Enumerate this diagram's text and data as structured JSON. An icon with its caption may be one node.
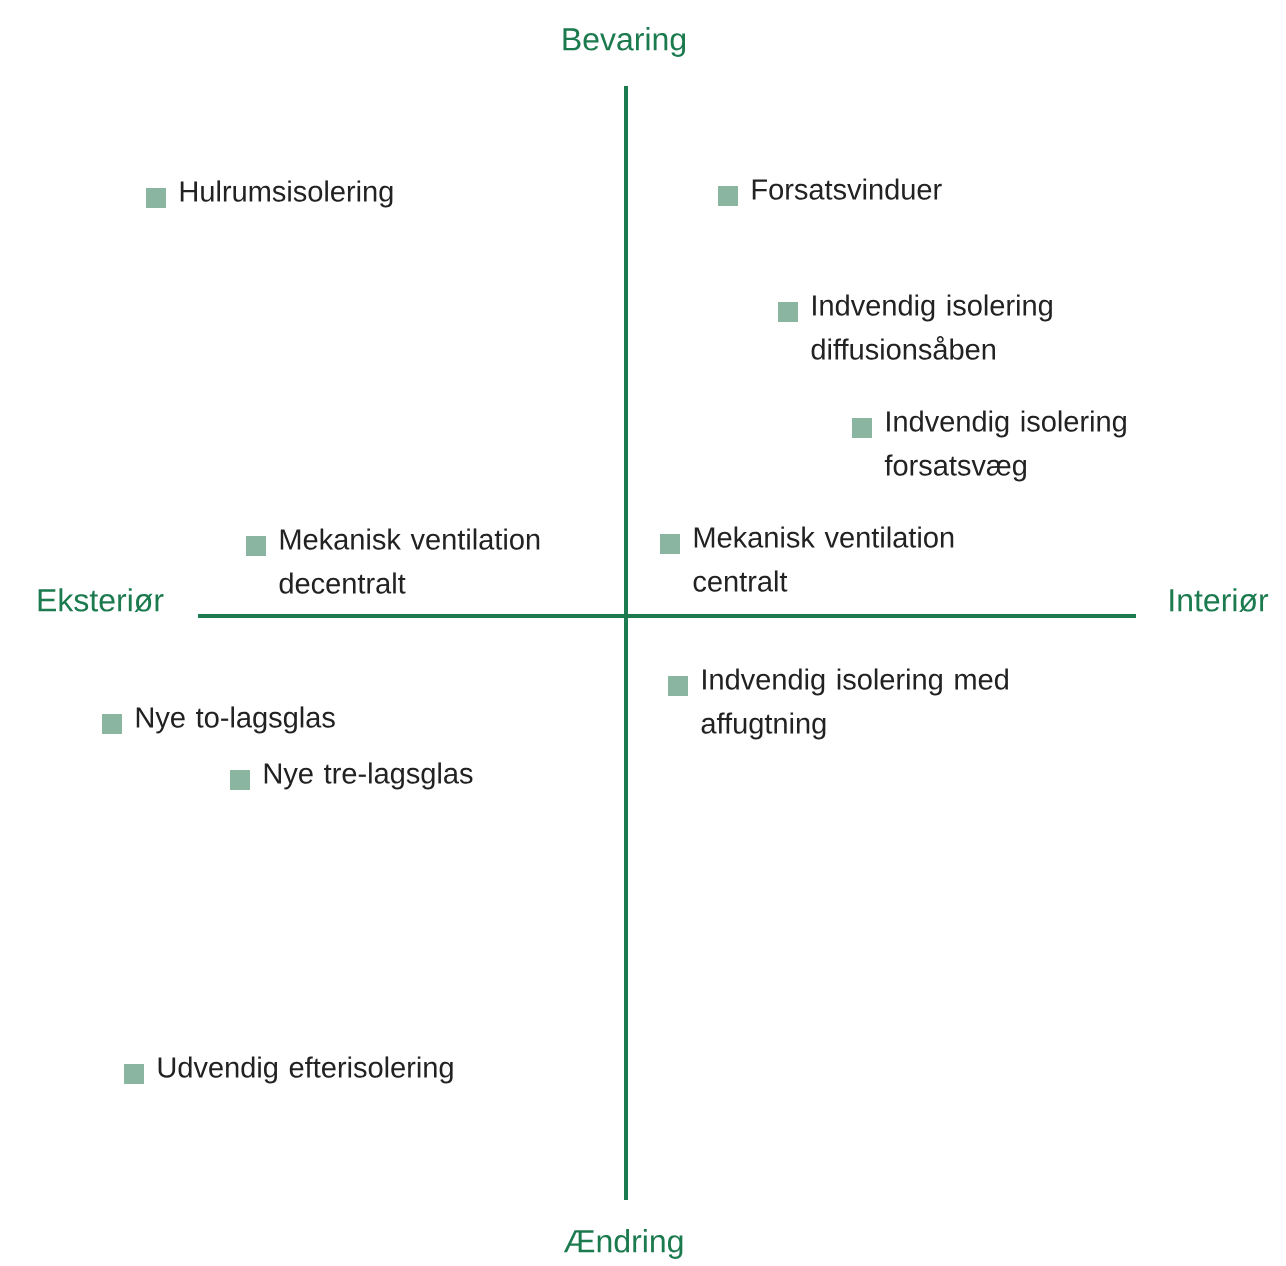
{
  "diagram": {
    "labels": [
      "Bevaring",
      "Hulrumsisolering",
      "Forsatsvinduer",
      "Indvendig isolering diffusionsåben",
      "Indvendig isolering forsatsvæg",
      "Mekanisk ventilation decentralt",
      "Mekanisk ventilation centralt",
      "Eksteriør",
      "Interiør",
      "Indvendig isolering med affugtning",
      "Nye to-lagsglas",
      "Nye tre-lagsglas",
      "Udvendig efterisolering",
      "Ændring"
    ]
  }
}
